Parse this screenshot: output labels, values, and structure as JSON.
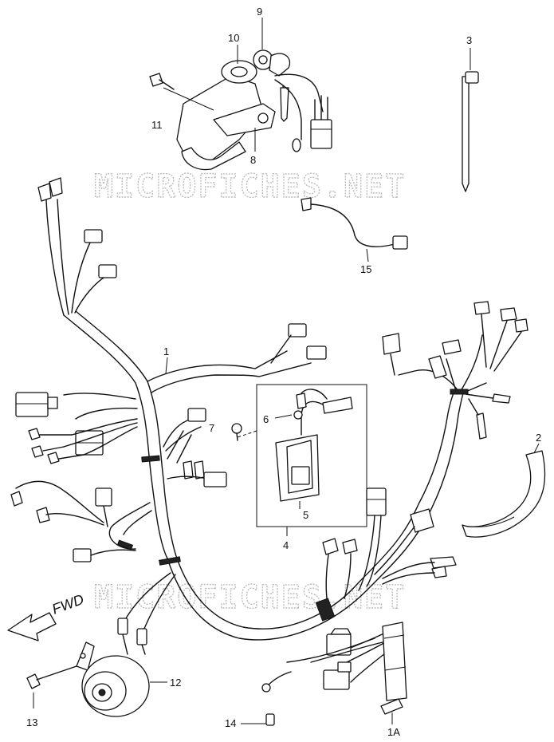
{
  "watermark": "MICROFICHES.NET",
  "direction_label": "FWD",
  "callouts": {
    "p1": "1",
    "p1a": "1A",
    "p2": "2",
    "p3": "3",
    "p4": "4",
    "p5": "5",
    "p6": "6",
    "p7": "7",
    "p8": "8",
    "p9": "9",
    "p10": "10",
    "p11": "11",
    "p12": "12",
    "p13": "13",
    "p14": "14",
    "p15": "15"
  }
}
